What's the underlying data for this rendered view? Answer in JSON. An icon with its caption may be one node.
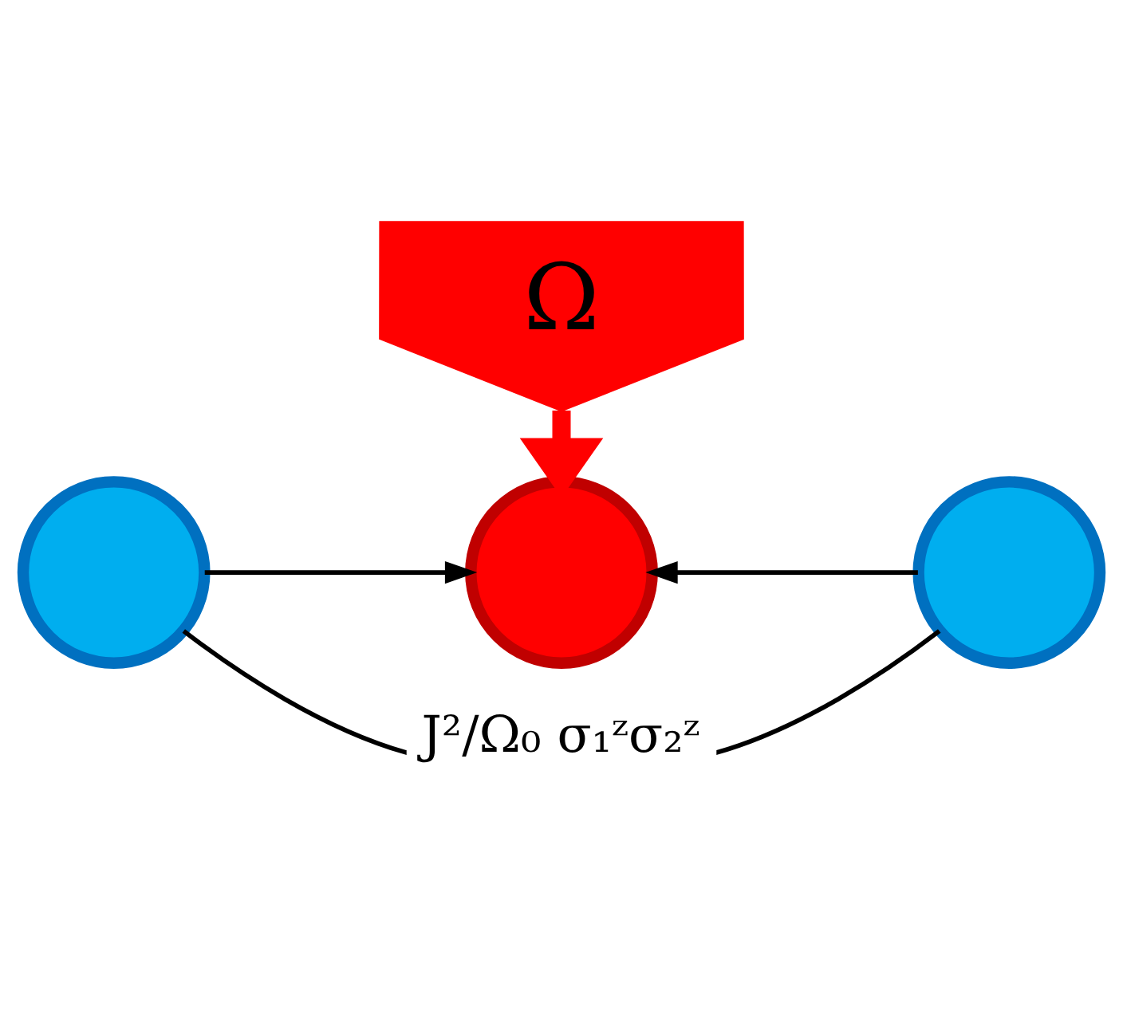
{
  "diagram": {
    "nodes": [
      {
        "text": [],
        "shape": "circle"
      },
      {
        "text": [],
        "shape": "circle"
      },
      {
        "text": [],
        "shape": "circle"
      },
      {
        "text": [
          "Ω"
        ]
      }
    ],
    "edges": [
      {
        "from": 3,
        "to": 1,
        "arrow": "to",
        "style": "thick",
        "color": "#ff0000"
      },
      {
        "from": 0,
        "to": 1,
        "arrow": "to"
      },
      {
        "from": 2,
        "to": 1,
        "arrow": "to"
      },
      {
        "from": 0,
        "to": 2,
        "arrow": "none",
        "label": "J²/Ω₀ σ₁ᶻσ₂ᶻ"
      }
    ]
  }
}
